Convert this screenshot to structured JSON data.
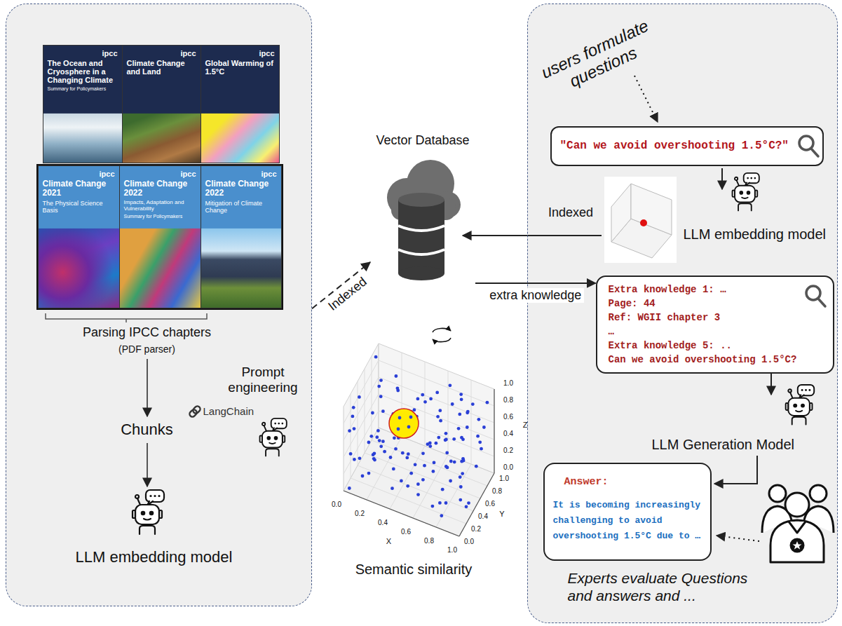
{
  "diagram": {
    "nodes": [
      {
        "text": [
          "Parsing IPCC chapters",
          "(PDF parser)",
          "Prompt engineering",
          "LangChain",
          "Chunks",
          "LLM embedding model"
        ]
      },
      {
        "text": [
          "ipcc",
          "The Ocean and Cryosphere in a Changing Climate",
          "Summary for Policymakers"
        ],
        "in": 0
      },
      {
        "text": [
          "ipcc",
          "Climate Change and Land"
        ],
        "in": 0
      },
      {
        "text": [
          "ipcc",
          "Global Warming of 1.5°C"
        ],
        "in": 0
      },
      {
        "text": [
          "ipcc",
          "Climate Change 2021",
          "The Physical Science Basis"
        ],
        "in": 0
      },
      {
        "text": [
          "ipcc",
          "Climate Change 2022",
          "Impacts, Adaptation and Vulnerability",
          "Summary for Policymakers"
        ],
        "in": 0
      },
      {
        "text": [
          "ipcc",
          "Climate Change 2022",
          "Mitigation of Climate Change"
        ],
        "in": 0
      },
      {
        "text": [
          "Vector Database"
        ]
      },
      {
        "text": [
          "users formulate questions",
          "LLM embedding model",
          "LLM Generation Model",
          "Experts evaluate Questions and answers and ..."
        ]
      },
      {
        "text": [
          "\"Can we avoid overshooting 1.5°C?\""
        ],
        "in": 8
      },
      {
        "text": [
          "Extra knowledge 1: …",
          "Page: 44",
          "Ref: WGII chapter 3",
          "…",
          "Extra knowledge 5: ..",
          "Can we avoid overshooting 1.5°C?"
        ],
        "in": 8
      },
      {
        "text": [
          "Answer:",
          "It is becoming increasingly challenging to avoid overshooting 1.5°C due to …"
        ],
        "in": 8
      }
    ],
    "edges": [
      {
        "from": 0,
        "to": 7,
        "arrow": "to",
        "label": "Indexed"
      },
      {
        "from": 7,
        "to": 10,
        "arrow": "to",
        "label": "extra knowledge"
      }
    ],
    "labels": [
      "Indexed",
      "Semantic similarity",
      "0.0",
      "0.2",
      "0.4",
      "0.6",
      "0.8",
      "1.0",
      "0.0",
      "0.2",
      "0.4",
      "0.6",
      "0.8",
      "1.0",
      "0.0",
      "0.2",
      "0.4",
      "0.6",
      "0.8",
      "1.0",
      "X",
      "Y",
      "Z"
    ]
  }
}
